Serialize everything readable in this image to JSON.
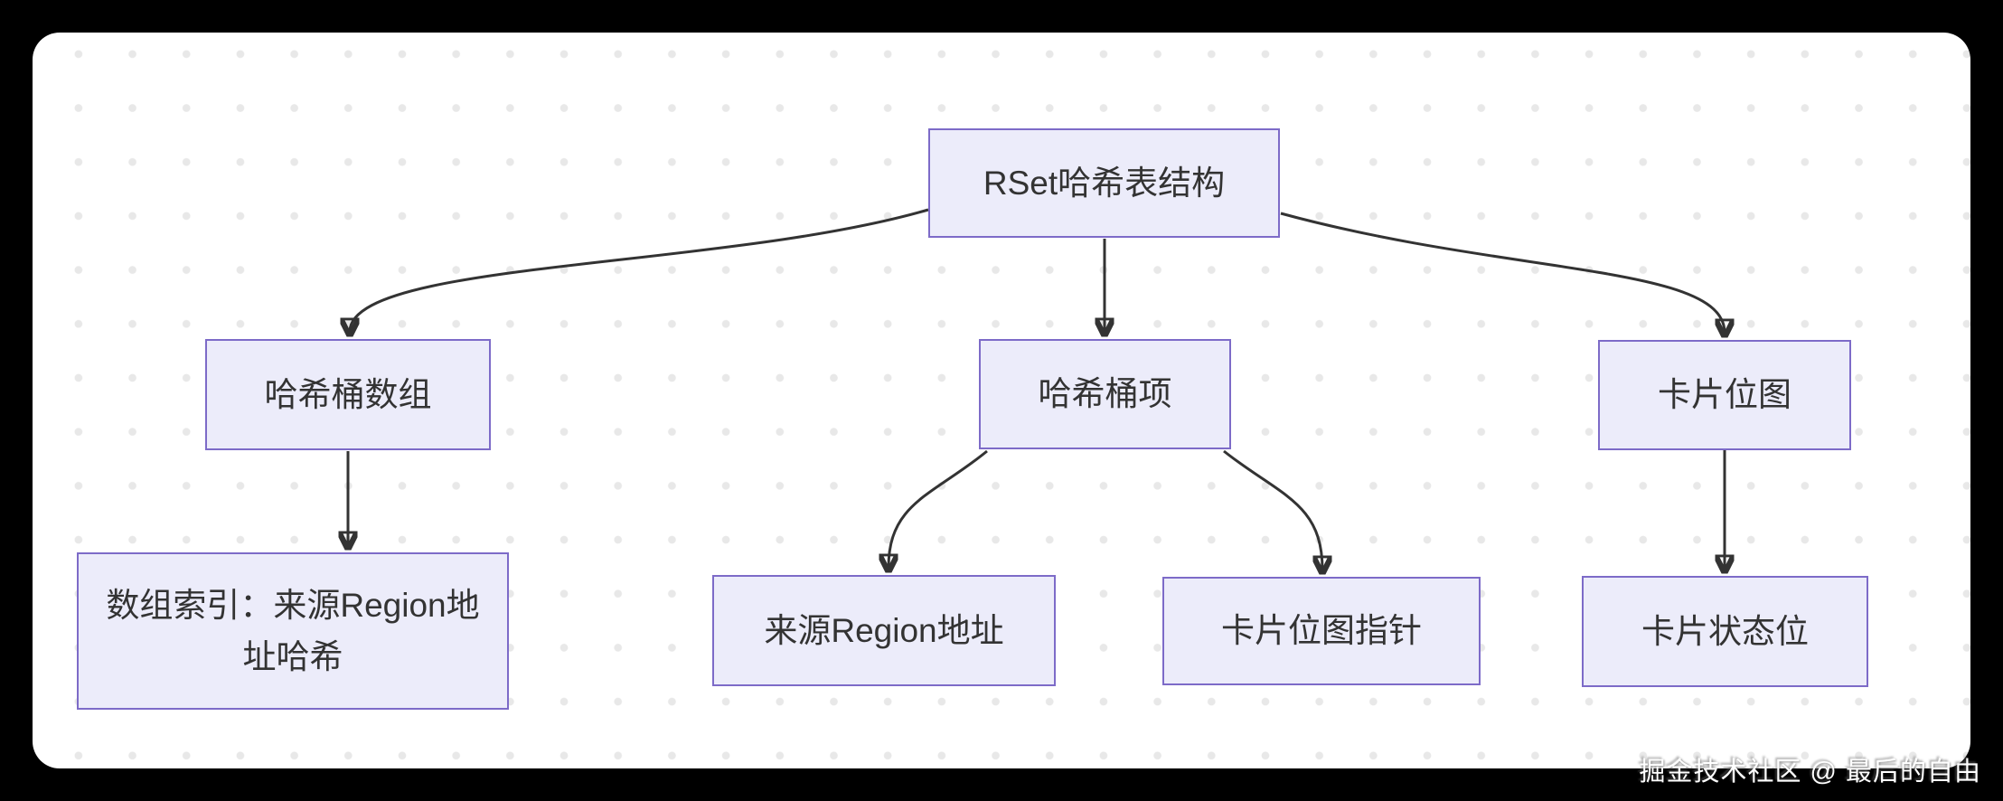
{
  "diagram": {
    "type": "flowchart",
    "direction": "top-down",
    "nodes": {
      "rset": {
        "label": "RSet哈希表结构"
      },
      "bucket_array": {
        "label": "哈希桶数组"
      },
      "bucket_item": {
        "label": "哈希桶项"
      },
      "card_bitmap": {
        "label": "卡片位图"
      },
      "array_index": {
        "label": "数组索引：来源Region地址哈希"
      },
      "region_addr": {
        "label": "来源Region地址"
      },
      "bitmap_ptr": {
        "label": "卡片位图指针"
      },
      "card_status": {
        "label": "卡片状态位"
      }
    },
    "edges": [
      {
        "from": "rset",
        "to": "bucket_array"
      },
      {
        "from": "rset",
        "to": "bucket_item"
      },
      {
        "from": "rset",
        "to": "card_bitmap"
      },
      {
        "from": "bucket_array",
        "to": "array_index"
      },
      {
        "from": "bucket_item",
        "to": "region_addr"
      },
      {
        "from": "bucket_item",
        "to": "bitmap_ptr"
      },
      {
        "from": "card_bitmap",
        "to": "card_status"
      }
    ]
  },
  "watermark": {
    "text": "掘金技术社区 @ 最后的自由"
  },
  "colors": {
    "frame": "#000000",
    "canvas": "#ffffff",
    "dot_grid": "#e8e8e8",
    "node_fill": "#ececfa",
    "node_border": "#7d6bc8",
    "node_text": "#333333",
    "edge": "#333333",
    "watermark_text": "#ffffff"
  }
}
